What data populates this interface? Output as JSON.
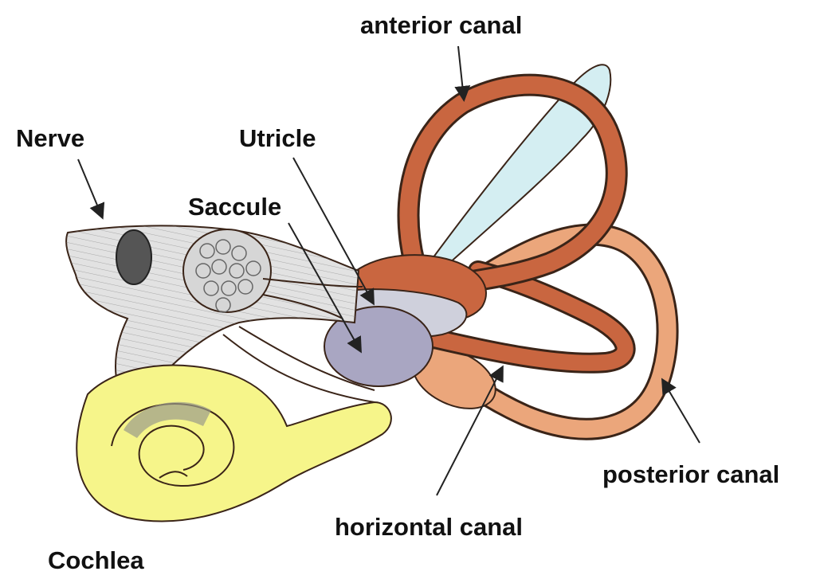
{
  "labels": {
    "anterior_canal": "anterior canal",
    "nerve": "Nerve",
    "utricle": "Utricle",
    "saccule": "Saccule",
    "posterior_canal": "posterior canal",
    "horizontal_canal": "horizontal canal",
    "cochlea": "Cochlea"
  },
  "colors": {
    "canal_dark": "#c96640",
    "canal_light": "#eba67b",
    "outline": "#3a2418",
    "cochlea": "#f6f58a",
    "endolymphatic_sac": "#d4eef2",
    "utricle": "#cfd0dc",
    "saccule": "#a9a6c2",
    "nerve": "#e2e2e2"
  }
}
